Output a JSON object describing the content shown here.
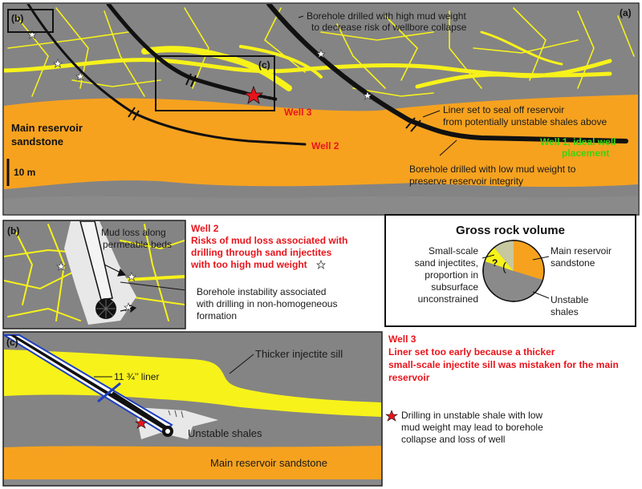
{
  "colors": {
    "shale": "#848484",
    "sandstone": "#f6a21f",
    "injectite": "#f7f21a",
    "borehole": "#111111",
    "warning_text": "#e8141b",
    "ideal_text": "#3bd40f",
    "liner": "#1f3fbf",
    "mud_loss": "#e8e8e8"
  },
  "panel_a": {
    "label": "(a)",
    "inset_b_label": "(b)",
    "inset_c_label": "(c)",
    "reservoir_label_line1": "Main reservoir",
    "reservoir_label_line2": "sandstone",
    "scale_label": "10 m",
    "high_mud_line1": "Borehole drilled with high mud weight",
    "high_mud_line2": "to decrease risk of wellbore collapse",
    "liner_line1": "Liner set to seal off reservoir",
    "liner_line2": "from potentially unstable shales above",
    "low_mud_line1": "Borehole drilled with low mud weight to",
    "low_mud_line2": "preserve reservoir integrity",
    "well1_line1": "Well 1, ideal well",
    "well1_line2": "placement",
    "well2": "Well 2",
    "well3": "Well 3"
  },
  "panel_b": {
    "label": "(b)",
    "mud_loss_line1": "Mud loss along",
    "mud_loss_line2": "permeable beds",
    "instability_line1": "Borehole instability associated",
    "instability_line2": "with drilling in non-homogeneous",
    "instability_line3": "formation",
    "title": "Well 2",
    "risk_line1": "Risks of mud loss associated with",
    "risk_line2": "drilling through sand injectites",
    "risk_line3": "with too high mud weight"
  },
  "gross_rock": {
    "title": "Gross rock volume",
    "small_line1": "Small-scale",
    "small_line2": "sand injectites,",
    "small_line3": "proportion in",
    "small_line4": "subsurface",
    "small_line5": "unconstrained",
    "main_line1": "Main reservoir",
    "main_line2": "sandstone",
    "unstable_line1": "Unstable",
    "unstable_line2": "shales",
    "question": "?",
    "paren": "("
  },
  "panel_c": {
    "label": "(c)",
    "sill_label": "Thicker injectite sill",
    "liner_label": "11 ¾’’ liner",
    "shales_label": "Unstable shales",
    "reservoir_label": "Main reservoir sandstone",
    "title": "Well 3",
    "risk_line1": "Liner set too early because a thicker",
    "risk_line2": "small-scale injectite sill was mistaken for the main",
    "risk_line3": "reservoir",
    "star_line1": "Drilling in unstable shale with low",
    "star_line2": "mud weight may lead to borehole",
    "star_line3": "collapse and loss of well"
  }
}
